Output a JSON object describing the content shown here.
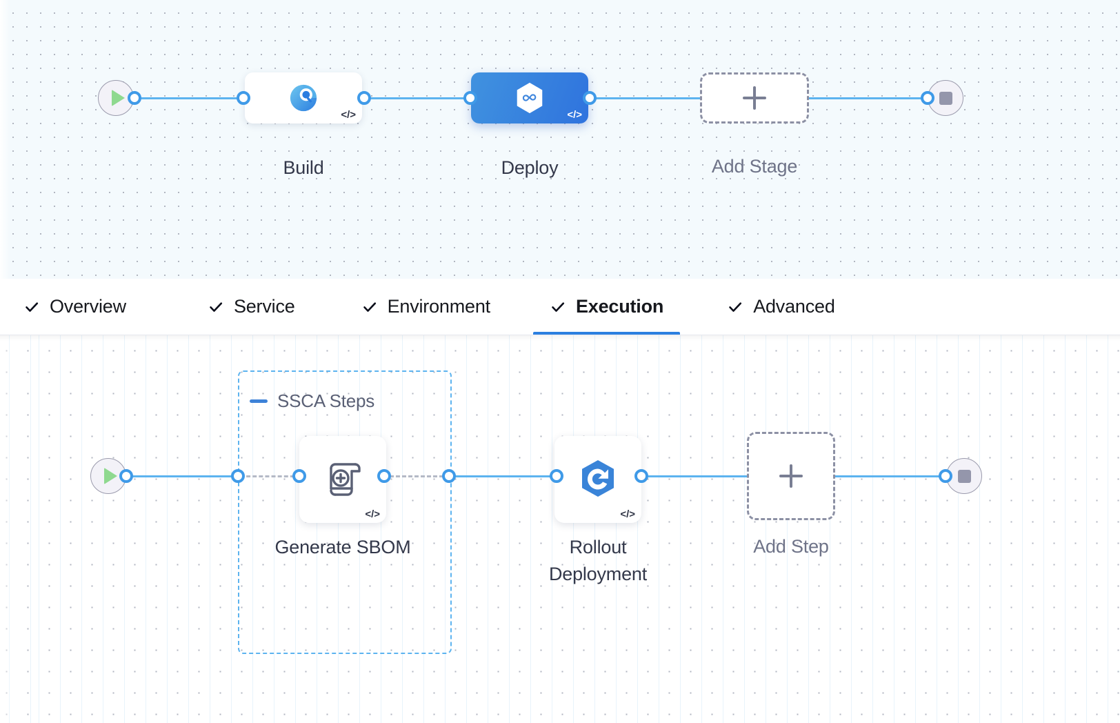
{
  "stage_pipeline": {
    "start_node": {
      "icon": "play-icon",
      "label": ""
    },
    "end_node": {
      "icon": "stop-icon",
      "label": ""
    },
    "stages": [
      {
        "name": "Build",
        "label": "Build",
        "icon": "build-pie-search-icon",
        "selected": false,
        "code_badge": "</>"
      },
      {
        "name": "Deploy",
        "label": "Deploy",
        "icon": "harness-hexagon-infinity-icon",
        "selected": true,
        "code_badge": "</>"
      }
    ],
    "add_stage": {
      "label": "Add Stage",
      "icon": "plus-icon"
    }
  },
  "tabs": [
    {
      "label": "Overview",
      "icon": "check-icon",
      "active": false
    },
    {
      "label": "Service",
      "icon": "check-icon",
      "active": false
    },
    {
      "label": "Environment",
      "icon": "check-icon",
      "active": false
    },
    {
      "label": "Execution",
      "icon": "check-icon",
      "active": true
    },
    {
      "label": "Advanced",
      "icon": "check-icon",
      "active": false
    }
  ],
  "step_pipeline": {
    "start_node": {
      "icon": "play-icon"
    },
    "end_node": {
      "icon": "stop-icon"
    },
    "group": {
      "title": "SSCA Steps",
      "collapse_icon": "minus-icon",
      "expanded": true
    },
    "steps": [
      {
        "name": "Generate SBOM",
        "label": "Generate SBOM",
        "icon": "sbom-scroll-plus-icon",
        "code_badge": "</>",
        "in_group": true
      },
      {
        "name": "Rollout Deployment",
        "label_line1": "Rollout",
        "label_line2": "Deployment",
        "label": "Rollout Deployment",
        "icon": "k8s-rollout-hexagon-icon",
        "code_badge": "</>",
        "in_group": false
      }
    ],
    "add_step": {
      "label": "Add Step",
      "icon": "plus-icon"
    }
  },
  "colors": {
    "connector": "#5cb3ef",
    "connector_dashed": "#b4b9c6",
    "selected_stage": "#2f73de",
    "group_border": "#5cb3ef",
    "active_tab_underline": "#2b7fe0",
    "stage_canvas_bg": "#f4fafd",
    "step_canvas_bg": "#ffffff"
  }
}
